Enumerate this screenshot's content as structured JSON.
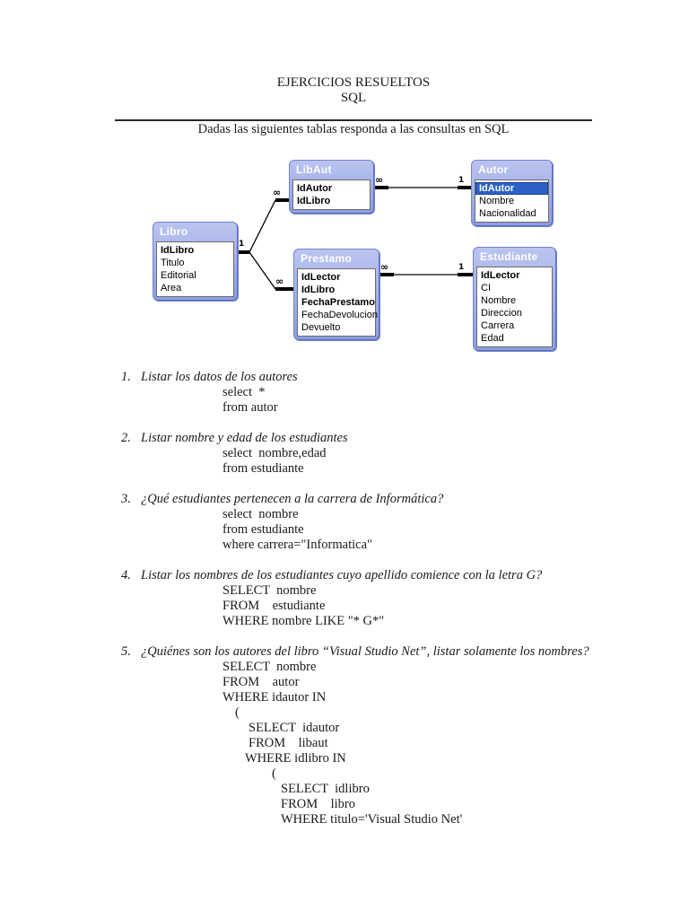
{
  "header": {
    "title_line1": "EJERCICIOS RESUELTOS",
    "title_line2": "SQL",
    "subtitle": "Dadas las siguientes tablas responda a las consultas en SQL"
  },
  "diagram": {
    "colors": {
      "table_frame": "#8d9de2",
      "table_frame_light": "#bac4ef",
      "header_text": "#ffffff",
      "selected_row_bg": "#2b61c7",
      "connector": "#000000"
    },
    "tables": [
      {
        "name": "Libro",
        "fields": [
          {
            "name": "IdLibro"
          },
          {
            "name": "Titulo"
          },
          {
            "name": "Editorial"
          },
          {
            "name": "Area"
          }
        ]
      },
      {
        "name": "LibAut",
        "fields": [
          {
            "name": "IdAutor"
          },
          {
            "name": "IdLibro"
          }
        ]
      },
      {
        "name": "Autor",
        "fields": [
          {
            "name": "IdAutor"
          },
          {
            "name": "Nombre"
          },
          {
            "name": "Nacionalidad"
          }
        ]
      },
      {
        "name": "Prestamo",
        "fields": [
          {
            "name": "IdLector"
          },
          {
            "name": "IdLibro"
          },
          {
            "name": "FechaPrestamo"
          },
          {
            "name": "FechaDevolucion"
          },
          {
            "name": "Devuelto"
          }
        ]
      },
      {
        "name": "Estudiante",
        "fields": [
          {
            "name": "IdLector"
          },
          {
            "name": "CI"
          },
          {
            "name": "Nombre"
          },
          {
            "name": "Direccion"
          },
          {
            "name": "Carrera"
          },
          {
            "name": "Edad"
          }
        ]
      }
    ],
    "relations": [
      {
        "from": "LibAut",
        "to": "Autor",
        "from_card": "∞",
        "to_card": "1"
      },
      {
        "from": "Libro",
        "to": "LibAut",
        "from_card": "1",
        "to_card": "∞"
      },
      {
        "from": "Libro",
        "to": "Prestamo",
        "from_card": "1",
        "to_card": "∞"
      },
      {
        "from": "Prestamo",
        "to": "Estudiante",
        "from_card": "∞",
        "to_card": "1"
      }
    ]
  },
  "exercises": [
    {
      "num": "1.",
      "question": "Listar los datos de los autores",
      "code": [
        "select  *",
        "from autor"
      ]
    },
    {
      "num": "2.",
      "question": "Listar nombre y edad de los estudiantes",
      "code": [
        "select  nombre,edad",
        "from estudiante"
      ]
    },
    {
      "num": "3.",
      "question": "¿Qué estudiantes pertenecen a la carrera de Informática?",
      "code": [
        "select  nombre",
        "from estudiante",
        "where carrera=\"Informatica\""
      ]
    },
    {
      "num": "4.",
      "question": "Listar los nombres de los estudiantes cuyo apellido comience con la letra G?",
      "code": [
        "SELECT  nombre",
        "FROM    estudiante",
        "WHERE nombre LIKE \"* G*\""
      ]
    },
    {
      "num": "5.",
      "question": "¿Quiénes son los autores del libro “Visual Studio Net”, listar solamente los nombres?",
      "code": [
        "SELECT  nombre",
        "FROM    autor",
        "WHERE idautor IN",
        "(",
        "SELECT  idautor",
        "FROM    libaut",
        "WHERE idlibro IN",
        "(",
        "SELECT  idlibro",
        "FROM    libro",
        "WHERE titulo='Visual Studio Net'"
      ]
    }
  ]
}
